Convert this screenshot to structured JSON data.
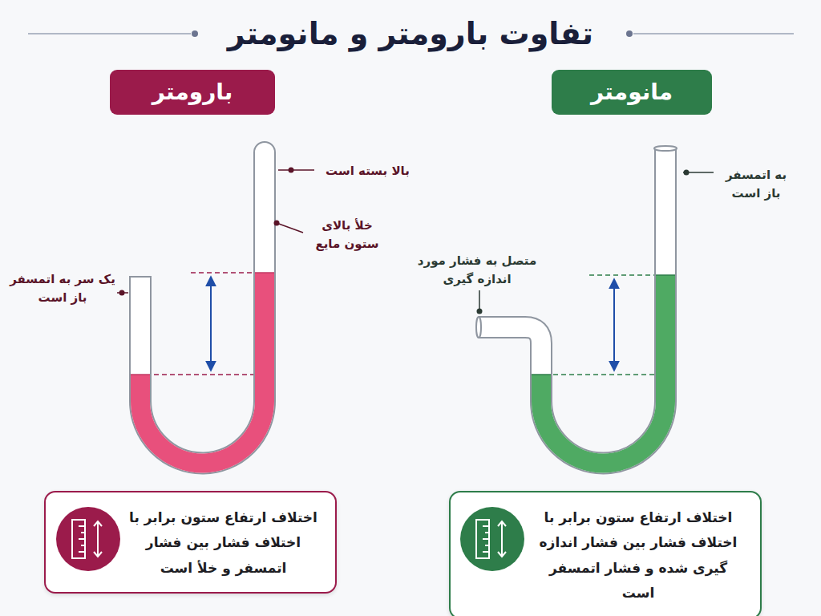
{
  "diagram": {
    "title": "تفاوت بارومتر و مانومتر",
    "nodes": [
      {
        "text": [
          "مانومتر"
        ]
      },
      {
        "text": [
          "بارومتر"
        ]
      },
      {
        "text": [
          "اختلاف ارتفاع ستون برابر با اختلاف فشار بین فشار اندازه گیری شده و فشار اتمسفر است"
        ]
      },
      {
        "text": [
          "اختلاف ارتفاع ستون برابر با اختلاف فشار بین فشار اتمسفر و خلأ است"
        ]
      }
    ],
    "labels": [
      "به اتمسفر باز است",
      "متصل به فشار مورد اندازه گیری",
      "بالا بسته است",
      "خلأ بالای ستون مایع",
      "یک سر به اتمسفر باز است"
    ]
  }
}
